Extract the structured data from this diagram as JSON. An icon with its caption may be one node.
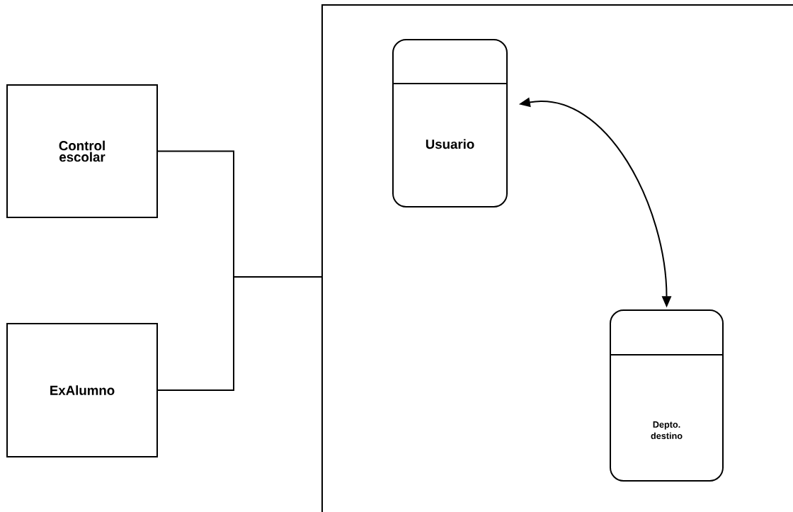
{
  "diagram": {
    "nodes": [
      {
        "text": [],
        "shape": "box"
      },
      {
        "text": [
          "Control escolar"
        ]
      },
      {
        "text": [
          "ExAlumno"
        ]
      },
      {
        "text": [
          "Usuario"
        ],
        "in": 0
      },
      {
        "text": [
          "Depto. destino"
        ],
        "in": 0
      }
    ],
    "edges": [
      {
        "from": 1,
        "to": 0,
        "arrow": "none"
      },
      {
        "from": 2,
        "to": 0,
        "arrow": "none"
      },
      {
        "from": 3,
        "to": 4,
        "arrow": "both"
      }
    ]
  }
}
